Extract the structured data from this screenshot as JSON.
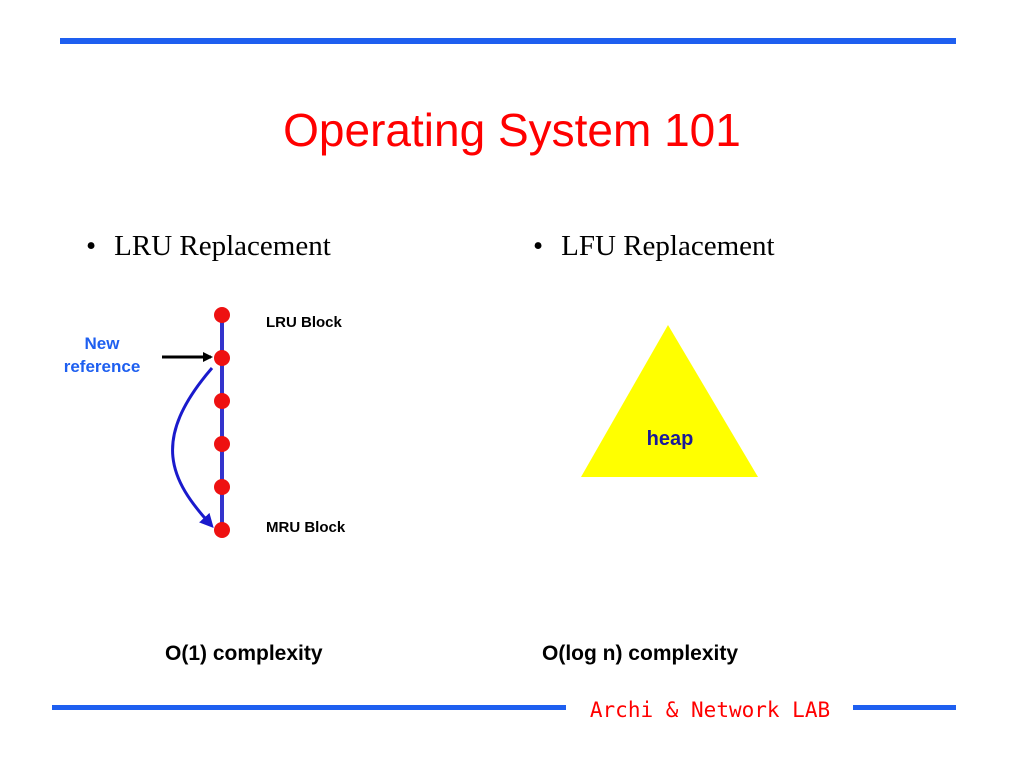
{
  "slide": {
    "title": "Operating System 101",
    "footer": "Archi & Network LAB"
  },
  "left": {
    "bullet": "LRU Replacement",
    "new_reference": [
      "New",
      "reference"
    ],
    "lru_block_label": "LRU Block",
    "mru_block_label": "MRU Block",
    "complexity": "O(1) complexity"
  },
  "right": {
    "bullet": "LFU Replacement",
    "heap_label": "heap",
    "complexity": "O(log n) complexity"
  },
  "colors": {
    "title": "#ff0000",
    "rule": "#1e5ff0",
    "node": "#ee1111",
    "chain": "#3333cc",
    "heap_fill": "#ffff00",
    "heap_text": "#1a1a99",
    "new_reference_text": "#1e5ff0"
  }
}
